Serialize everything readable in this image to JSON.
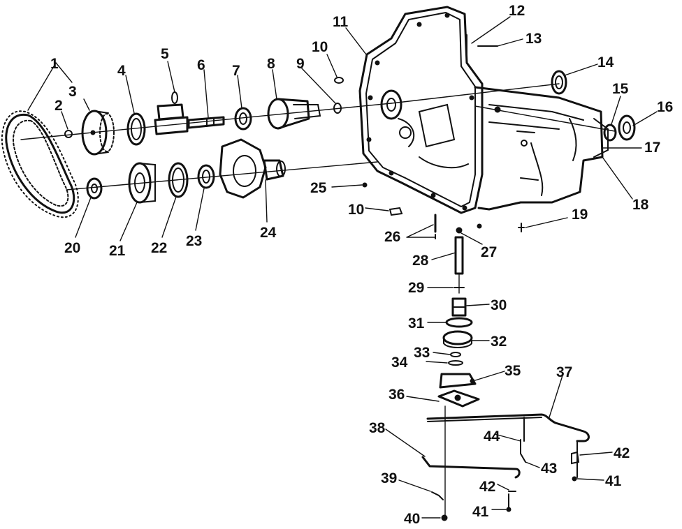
{
  "callouts": [
    {
      "id": "c1",
      "label": "1"
    },
    {
      "id": "c2",
      "label": "2"
    },
    {
      "id": "c3",
      "label": "3"
    },
    {
      "id": "c4",
      "label": "4"
    },
    {
      "id": "c5",
      "label": "5"
    },
    {
      "id": "c6",
      "label": "6"
    },
    {
      "id": "c7",
      "label": "7"
    },
    {
      "id": "c8",
      "label": "8"
    },
    {
      "id": "c9",
      "label": "9"
    },
    {
      "id": "c10a",
      "label": "10"
    },
    {
      "id": "c10b",
      "label": "10"
    },
    {
      "id": "c11",
      "label": "11"
    },
    {
      "id": "c12",
      "label": "12"
    },
    {
      "id": "c13",
      "label": "13"
    },
    {
      "id": "c14",
      "label": "14"
    },
    {
      "id": "c15",
      "label": "15"
    },
    {
      "id": "c16",
      "label": "16"
    },
    {
      "id": "c17",
      "label": "17"
    },
    {
      "id": "c18",
      "label": "18"
    },
    {
      "id": "c19",
      "label": "19"
    },
    {
      "id": "c20",
      "label": "20"
    },
    {
      "id": "c21",
      "label": "21"
    },
    {
      "id": "c22",
      "label": "22"
    },
    {
      "id": "c23",
      "label": "23"
    },
    {
      "id": "c24",
      "label": "24"
    },
    {
      "id": "c25",
      "label": "25"
    },
    {
      "id": "c26",
      "label": "26"
    },
    {
      "id": "c27",
      "label": "27"
    },
    {
      "id": "c28",
      "label": "28"
    },
    {
      "id": "c29",
      "label": "29"
    },
    {
      "id": "c30",
      "label": "30"
    },
    {
      "id": "c31",
      "label": "31"
    },
    {
      "id": "c32",
      "label": "32"
    },
    {
      "id": "c33",
      "label": "33"
    },
    {
      "id": "c34",
      "label": "34"
    },
    {
      "id": "c35",
      "label": "35"
    },
    {
      "id": "c36",
      "label": "36"
    },
    {
      "id": "c37",
      "label": "37"
    },
    {
      "id": "c38",
      "label": "38"
    },
    {
      "id": "c39",
      "label": "39"
    },
    {
      "id": "c40",
      "label": "40"
    },
    {
      "id": "c41a",
      "label": "41"
    },
    {
      "id": "c41b",
      "label": "41"
    },
    {
      "id": "c42a",
      "label": "42"
    },
    {
      "id": "c42b",
      "label": "42"
    },
    {
      "id": "c43",
      "label": "43"
    },
    {
      "id": "c44",
      "label": "44"
    }
  ]
}
